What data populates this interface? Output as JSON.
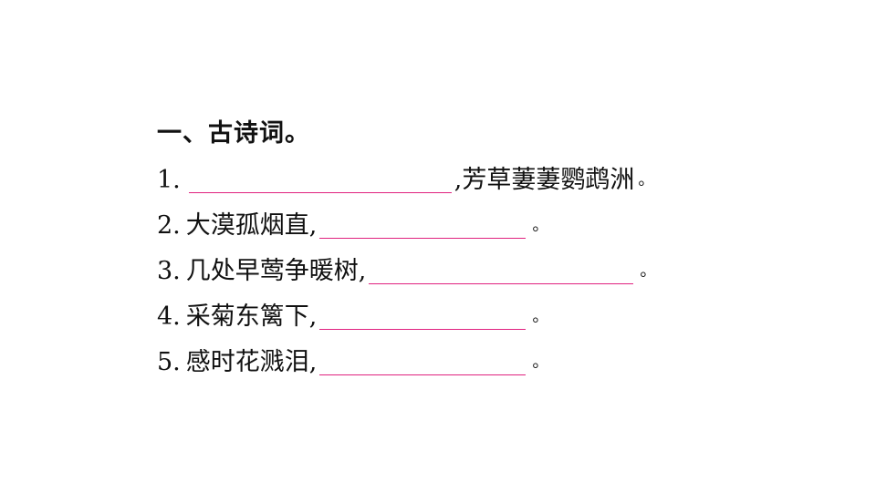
{
  "section": {
    "heading": "一、古诗词。"
  },
  "items": [
    {
      "number": "1.",
      "before": "",
      "after": ",芳草萋萋鹦鹉洲",
      "end": "。"
    },
    {
      "number": "2.",
      "before": "大漠孤烟直,",
      "after": "",
      "end": "。"
    },
    {
      "number": "3.",
      "before": "几处早莺争暖树,",
      "after": "",
      "end": "。"
    },
    {
      "number": "4.",
      "before": "采菊东篱下,",
      "after": "",
      "end": "。"
    },
    {
      "number": "5.",
      "before": "感时花溅泪,",
      "after": "",
      "end": "。"
    }
  ],
  "colors": {
    "blank_line": "#e0217f",
    "text": "#111111"
  }
}
